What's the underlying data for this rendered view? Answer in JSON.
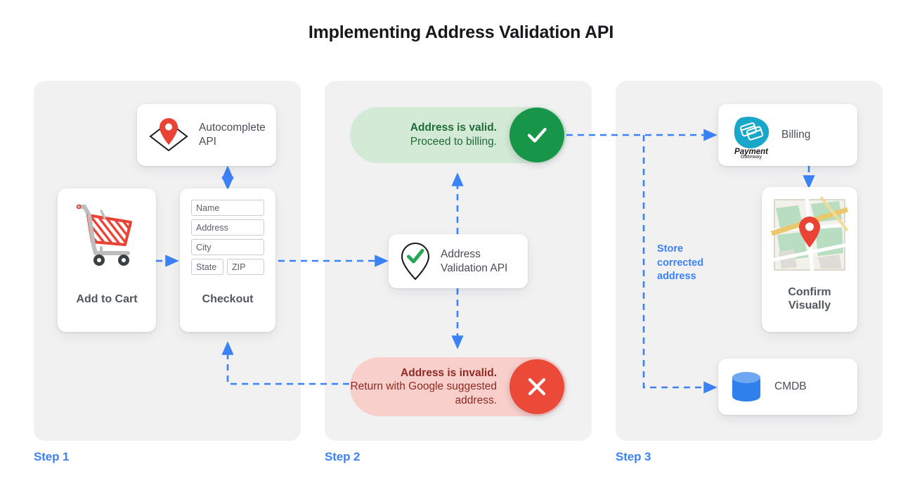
{
  "page": {
    "title": "Implementing Address Validation API",
    "accent_blue": "#3b82f6",
    "panel_bg": "#f1f1f2",
    "green": "#17964a",
    "red": "#ea4a37"
  },
  "steps": [
    {
      "label": "Step 1"
    },
    {
      "label": "Step 2"
    },
    {
      "label": "Step 3"
    }
  ],
  "step1": {
    "autocomplete": {
      "label": "Autocomplete\nAPI",
      "icon": "map-pin-diamond-icon"
    },
    "cart": {
      "caption": "Add to Cart",
      "icon": "shopping-cart-icon"
    },
    "checkout": {
      "caption": "Checkout",
      "fields": [
        {
          "name": "name-field",
          "value": "Name"
        },
        {
          "name": "address-field",
          "value": "Address"
        },
        {
          "name": "city-field",
          "value": "City"
        },
        {
          "name": "state-field",
          "value": "State"
        },
        {
          "name": "zip-field",
          "value": "ZIP"
        }
      ]
    }
  },
  "step2": {
    "valid": {
      "line1": "Address is valid.",
      "line2": "Proceed to billing.",
      "icon": "check-circle-icon"
    },
    "invalid": {
      "line1": "Address is invalid.",
      "line2": "Return with Google\nsuggested address.",
      "icon": "x-circle-icon"
    },
    "api": {
      "label": "Address\nValidation API",
      "icon": "map-pin-check-icon"
    }
  },
  "step3": {
    "billing": {
      "label": "Billing",
      "logo_top": "Payment",
      "logo_bottom": "Gateway",
      "icon": "payment-gateway-icon"
    },
    "confirm": {
      "caption": "Confirm\nVisually",
      "icon": "map-thumbnail-icon"
    },
    "cmdb": {
      "label": "CMDB",
      "icon": "database-icon"
    },
    "note": "Store\ncorrected\naddress"
  }
}
